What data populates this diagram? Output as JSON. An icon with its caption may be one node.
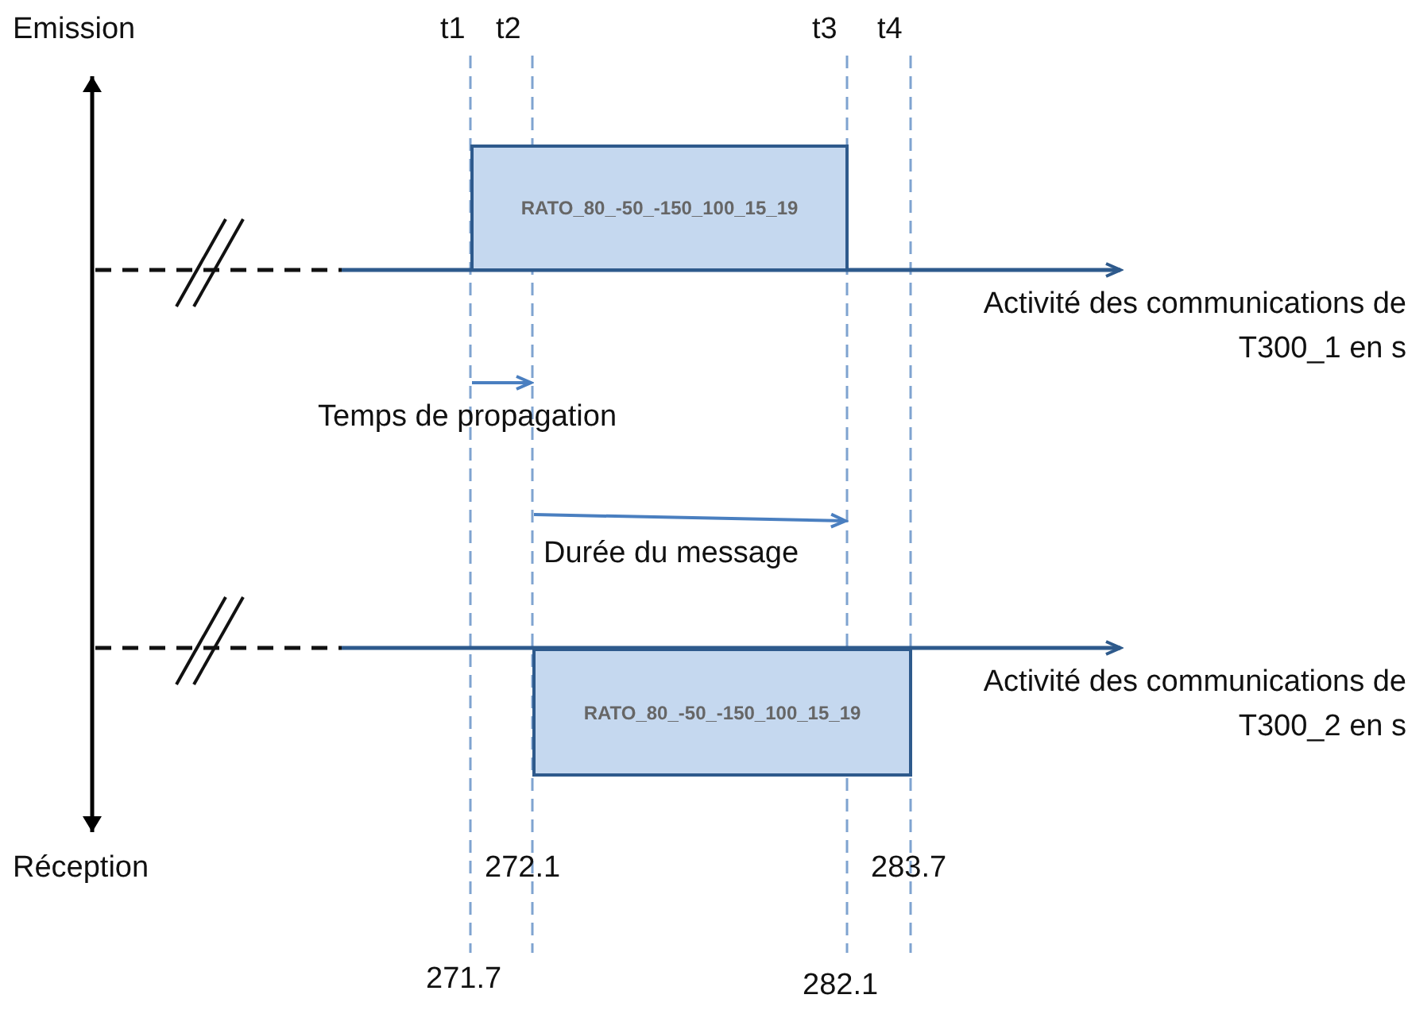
{
  "diagram": {
    "nodes": [
      {
        "text": [
          "RATO_80_-50_-150_100_15_19"
        ]
      },
      {
        "text": [
          "RATO_80_-50_-150_100_15_19"
        ]
      }
    ],
    "labels": [
      "Emission",
      "t1",
      "t2",
      "t3",
      "t4",
      "Activité des communications de T300_1 en s",
      "Temps de propagation",
      "Durée du message",
      "Activité des communications de T300_2 en s",
      "Réception",
      "272.1",
      "283.7",
      "271.7",
      "282.1"
    ]
  }
}
